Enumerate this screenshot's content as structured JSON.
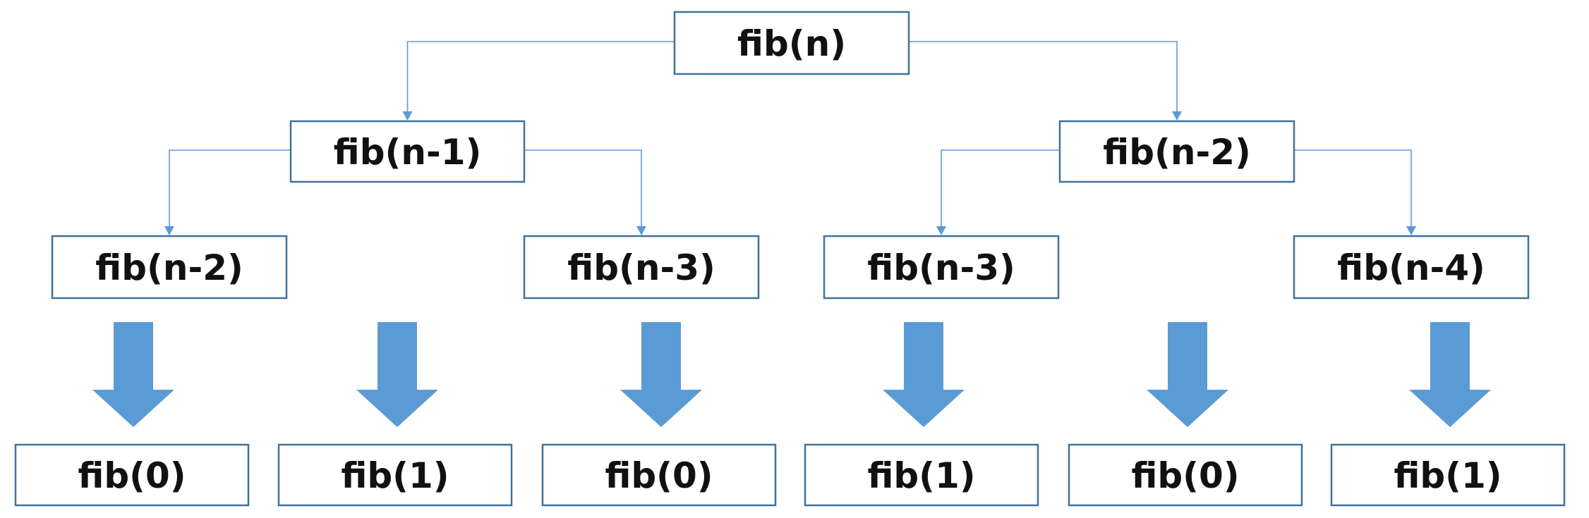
{
  "colors": {
    "box_border": "#41719c",
    "connector": "#5b9bd5",
    "block_arrow": "#5b9bd5",
    "text": "#111111",
    "background": "#ffffff"
  },
  "nodes": [
    {
      "id": "fib-n",
      "label": "fib(n)"
    },
    {
      "id": "fib-n-1",
      "label": "fib(n-1)"
    },
    {
      "id": "fib-n-2-right",
      "label": "fib(n-2)"
    },
    {
      "id": "fib-n-2-left",
      "label": "fib(n-2)"
    },
    {
      "id": "fib-n-3-left",
      "label": "fib(n-3)"
    },
    {
      "id": "fib-n-3-right",
      "label": "fib(n-3)"
    },
    {
      "id": "fib-n-4",
      "label": "fib(n-4)"
    },
    {
      "id": "fib-0-a",
      "label": "fib(0)"
    },
    {
      "id": "fib-1-a",
      "label": "fib(1)"
    },
    {
      "id": "fib-0-b",
      "label": "fib(0)"
    },
    {
      "id": "fib-1-b",
      "label": "fib(1)"
    },
    {
      "id": "fib-0-c",
      "label": "fib(0)"
    },
    {
      "id": "fib-1-c",
      "label": "fib(1)"
    }
  ],
  "edges": [
    {
      "from": "fib-n",
      "to": "fib-n-1"
    },
    {
      "from": "fib-n",
      "to": "fib-n-2-right"
    },
    {
      "from": "fib-n-1",
      "to": "fib-n-2-left"
    },
    {
      "from": "fib-n-1",
      "to": "fib-n-3-left"
    },
    {
      "from": "fib-n-2-right",
      "to": "fib-n-3-right"
    },
    {
      "from": "fib-n-2-right",
      "to": "fib-n-4"
    }
  ]
}
